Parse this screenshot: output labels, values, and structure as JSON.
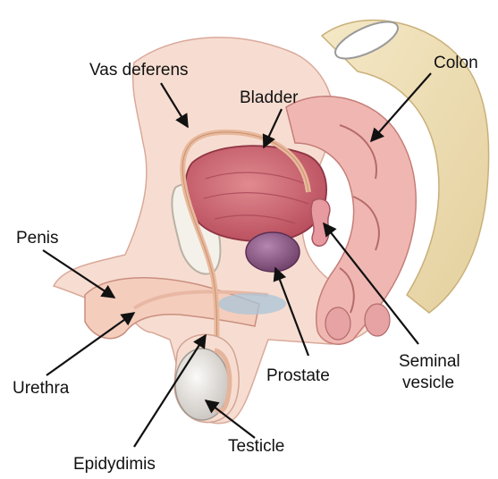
{
  "diagram": {
    "labels": {
      "vas_deferens": "Vas deferens",
      "bladder": "Bladder",
      "colon": "Colon",
      "penis": "Penis",
      "urethra": "Urethra",
      "prostate": "Prostate",
      "seminal_vesicle_line1": "Seminal",
      "seminal_vesicle_line2": "vesicle",
      "testicle": "Testicle",
      "epididymis": "Epidydimis"
    },
    "colors": {
      "skin": "#f6d6c8",
      "bone": "#efe0b8",
      "bladder": "#c95c6a",
      "prostate": "#8e5a86",
      "colon": "#f2b8b4",
      "testicle": "#e9e6e2",
      "vas": "#f0c6a8"
    }
  }
}
